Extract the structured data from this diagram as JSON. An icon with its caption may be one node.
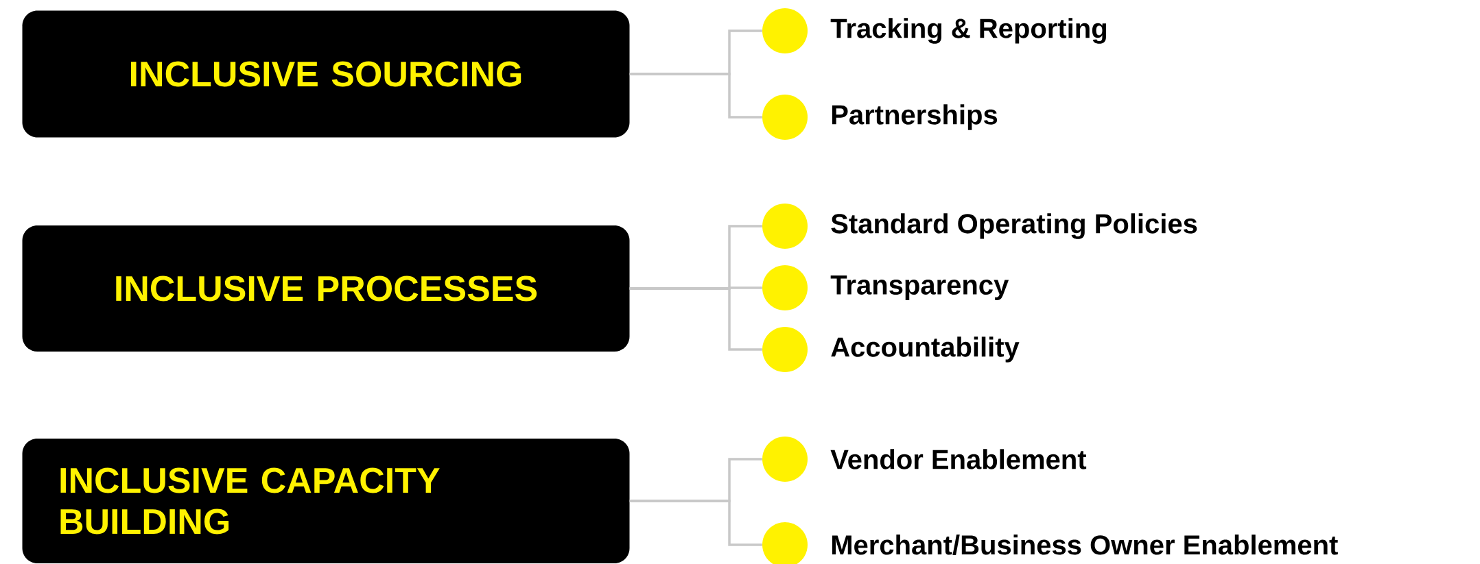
{
  "diagram": {
    "nodes": [
      {
        "text": [
          "INCLUSIVE SOURCING"
        ]
      },
      {
        "text": [
          "INCLUSIVE PROCESSES"
        ]
      },
      {
        "text": [
          "INCLUSIVE CAPACITY BUILDING"
        ]
      },
      {
        "text": [],
        "shape": "circle",
        "beside": [
          "Tracking & Reporting"
        ]
      },
      {
        "text": [],
        "shape": "circle",
        "beside": [
          "Partnerships"
        ]
      },
      {
        "text": [],
        "shape": "circle",
        "beside": [
          "Standard Operating Policies"
        ]
      },
      {
        "text": [],
        "shape": "circle",
        "beside": [
          "Transparency"
        ]
      },
      {
        "text": [],
        "shape": "circle",
        "beside": [
          "Accountability"
        ]
      },
      {
        "text": [],
        "shape": "circle",
        "beside": [
          "Vendor Enablement"
        ]
      },
      {
        "text": [],
        "shape": "circle",
        "beside": [
          "Merchant/Business Owner Enablement"
        ]
      }
    ],
    "edges": [
      {
        "from": 0,
        "to": 3,
        "arrow": "none"
      },
      {
        "from": 0,
        "to": 4,
        "arrow": "none"
      },
      {
        "from": 1,
        "to": 5,
        "arrow": "none"
      },
      {
        "from": 1,
        "to": 6,
        "arrow": "none"
      },
      {
        "from": 1,
        "to": 7,
        "arrow": "none"
      },
      {
        "from": 2,
        "to": 8,
        "arrow": "none"
      },
      {
        "from": 2,
        "to": 9,
        "arrow": "none"
      }
    ]
  }
}
